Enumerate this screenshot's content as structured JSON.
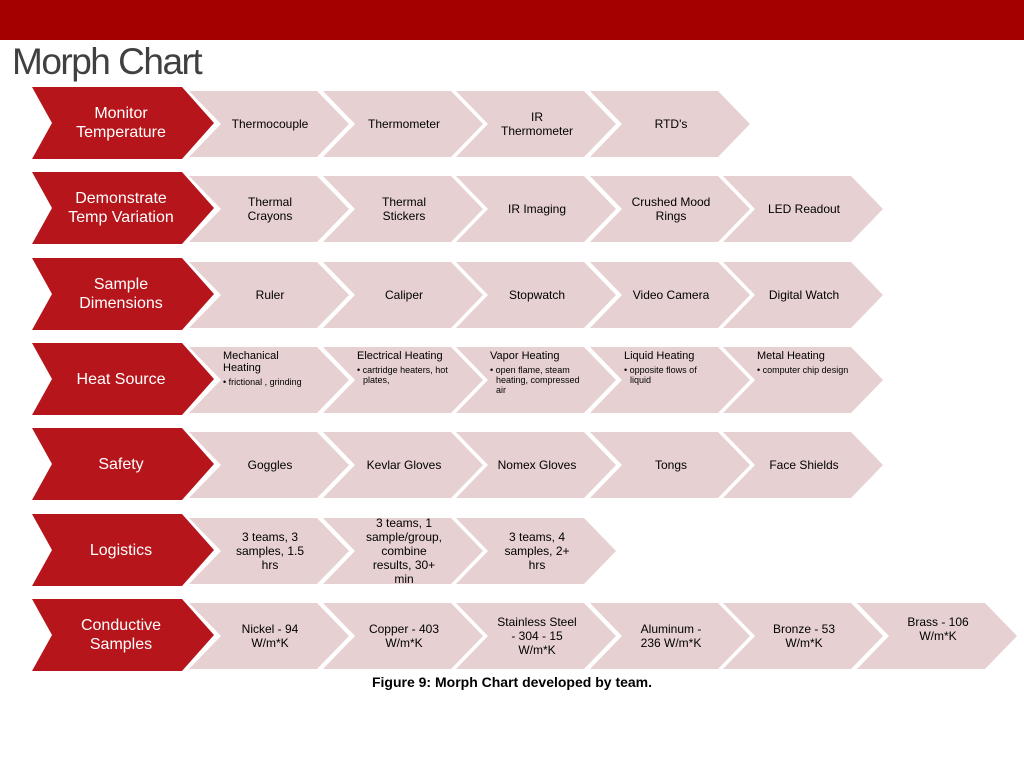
{
  "header": {
    "title": "Morph Chart"
  },
  "colors": {
    "top_bar": "#a50000",
    "category": "#b5151b",
    "option": "#e6d0d1"
  },
  "rows": [
    {
      "category": "Monitor Temperature",
      "options": [
        {
          "label": "Thermocouple"
        },
        {
          "label": "Thermometer"
        },
        {
          "label": "IR Thermometer"
        },
        {
          "label": "RTD's"
        }
      ]
    },
    {
      "category": "Demonstrate Temp Variation",
      "options": [
        {
          "label": "Thermal Crayons"
        },
        {
          "label": "Thermal Stickers"
        },
        {
          "label": "IR Imaging"
        },
        {
          "label": "Crushed Mood Rings"
        },
        {
          "label": "LED Readout"
        }
      ]
    },
    {
      "category": "Sample Dimensions",
      "options": [
        {
          "label": "Ruler"
        },
        {
          "label": "Caliper"
        },
        {
          "label": "Stopwatch"
        },
        {
          "label": "Video Camera"
        },
        {
          "label": "Digital Watch"
        }
      ]
    },
    {
      "category": "Heat Source",
      "options": [
        {
          "label": "Mechanical Heating",
          "bullet": "• frictional , grinding"
        },
        {
          "label": "Electrical Heating",
          "bullet": "• cartridge heaters, hot plates,"
        },
        {
          "label": "Vapor Heating",
          "bullet": "• open flame, steam heating, compressed air"
        },
        {
          "label": "Liquid Heating",
          "bullet": "• opposite flows of liquid"
        },
        {
          "label": "Metal Heating",
          "bullet": "• computer chip design"
        }
      ]
    },
    {
      "category": "Safety",
      "options": [
        {
          "label": "Goggles"
        },
        {
          "label": "Kevlar Gloves"
        },
        {
          "label": "Nomex Gloves"
        },
        {
          "label": "Tongs"
        },
        {
          "label": "Face Shields"
        }
      ]
    },
    {
      "category": "Logistics",
      "options": [
        {
          "label": "3 teams, 3 samples, 1.5 hrs"
        },
        {
          "label": "3 teams, 1 sample/group, combine results, 30+ min"
        },
        {
          "label": "3 teams, 4 samples, 2+ hrs"
        }
      ]
    },
    {
      "category": "Conductive Samples",
      "options": [
        {
          "label": "Nickel - 94 W/m*K"
        },
        {
          "label": "Copper - 403 W/m*K"
        },
        {
          "label": "Stainless Steel - 304 - 15 W/m*K"
        },
        {
          "label": "Aluminum - 236 W/m*K"
        },
        {
          "label": "Bronze - 53 W/m*K"
        },
        {
          "label": "Brass - 106 W/m*K",
          "valign": "top"
        }
      ]
    }
  ],
  "caption": "Figure 9: Morph Chart developed by team."
}
